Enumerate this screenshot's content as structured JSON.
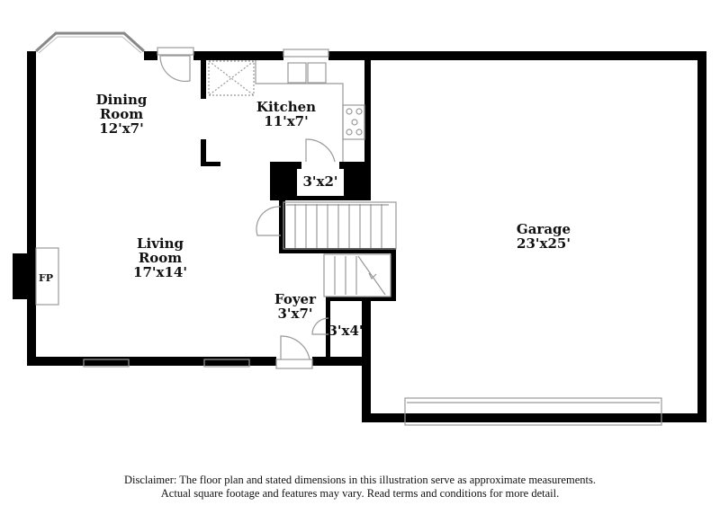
{
  "rooms": {
    "dining": {
      "name": "Dining\nRoom",
      "name1": "Dining",
      "name2": "Room",
      "dims": "12'x7'"
    },
    "kitchen": {
      "name1": "Kitchen",
      "dims": "11'x7'"
    },
    "closet_kitchen": {
      "dims": "3'x2'"
    },
    "living": {
      "name1": "Living",
      "name2": "Room",
      "dims": "17'x14'"
    },
    "fireplace": {
      "label": "FP"
    },
    "foyer": {
      "name1": "Foyer",
      "dims": "3'x7'"
    },
    "closet_foyer": {
      "dims": "3'x4'"
    },
    "garage": {
      "name1": "Garage",
      "dims": "23'x25'"
    }
  },
  "disclaimer": {
    "line1": "Disclaimer: The floor plan and stated dimensions in this illustration serve as approximate measurements.",
    "line2": "Actual square footage and features may vary. Read terms and conditions for more detail."
  },
  "colors": {
    "wall": "#000000",
    "fixture": "#999999"
  }
}
